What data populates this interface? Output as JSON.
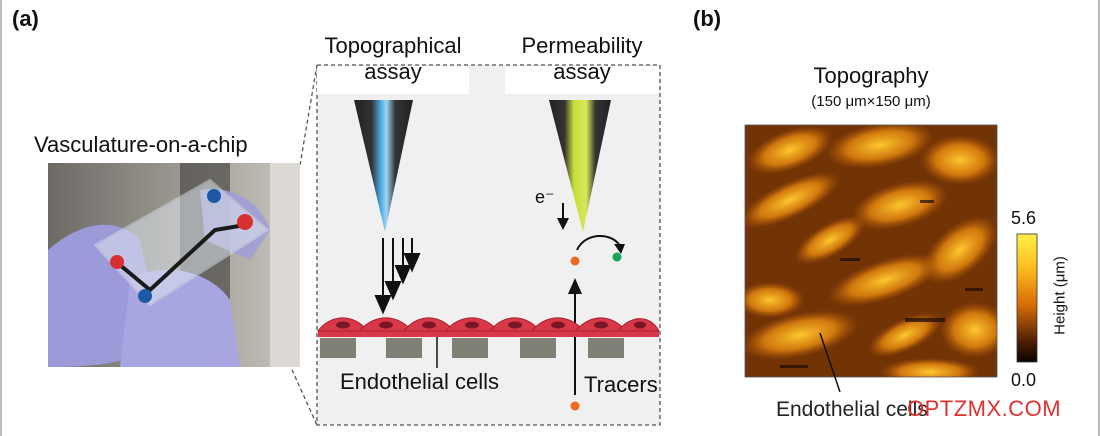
{
  "panel_a": {
    "label": "(a)",
    "topo_title_line1": "Topographical",
    "topo_title_line2": "assay",
    "perm_title_line1": "Permeability",
    "perm_title_line2": "assay",
    "chip_label": "Vasculature-on-a-chip",
    "electron_label": "e⁻",
    "endothelial_label": "Endothelial cells",
    "tracers_label": "Tracers"
  },
  "panel_b": {
    "label": "(b)",
    "title": "Topography",
    "subtitle": "(150 μm×150 μm)",
    "colorbar_max": "5.6",
    "colorbar_min": "0.0",
    "colorbar_label": "Height  (μm)",
    "annotation": "Endothelial cells"
  },
  "watermark": "OPTZMX.COM",
  "colors": {
    "cell_red": "#d83848",
    "substrate_gray": "#7f7f76",
    "tip_blue": "#4aa8e0",
    "tip_yellow": "#c8dc3c",
    "tracer_orange": "#f06a1e",
    "tracer_green": "#1aa35a",
    "heatmap_dark": "#2a1204",
    "heatmap_bright": "#ffb020"
  }
}
